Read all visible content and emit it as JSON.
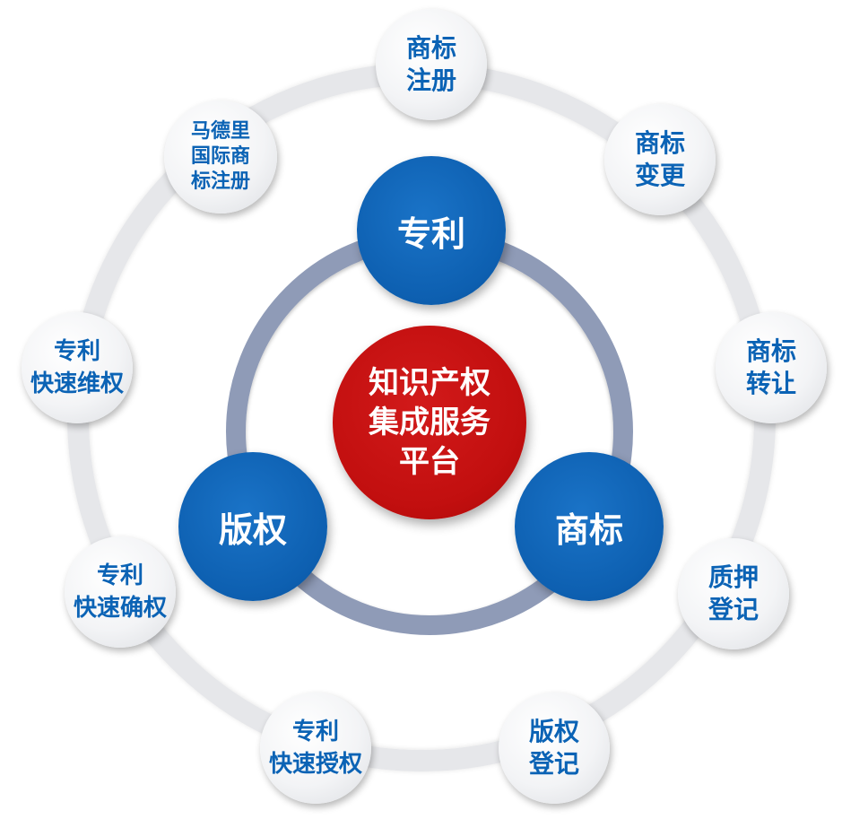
{
  "center": {
    "label": "知识产权\n集成服务\n平台"
  },
  "main_nodes": {
    "patent": "专利",
    "trademark": "商标",
    "copyright": "版权"
  },
  "services": {
    "trademark_registration": "商标\n注册",
    "trademark_change": "商标\n变更",
    "trademark_transfer": "商标\n转让",
    "pledge_registration": "质押\n登记",
    "copyright_registration": "版权\n登记",
    "patent_fast_grant": "专利\n快速授权",
    "patent_fast_confirm": "专利\n快速确权",
    "patent_fast_protect": "专利\n快速维权",
    "madrid_registration": "马德里\n国际商\n标注册"
  },
  "colors": {
    "center": "#c20f0f",
    "main_nodes": "#0d5fb0",
    "service_text": "#0b63b5",
    "inner_ring": "#8f9bb7",
    "outer_ring": "#e6e7ea"
  }
}
